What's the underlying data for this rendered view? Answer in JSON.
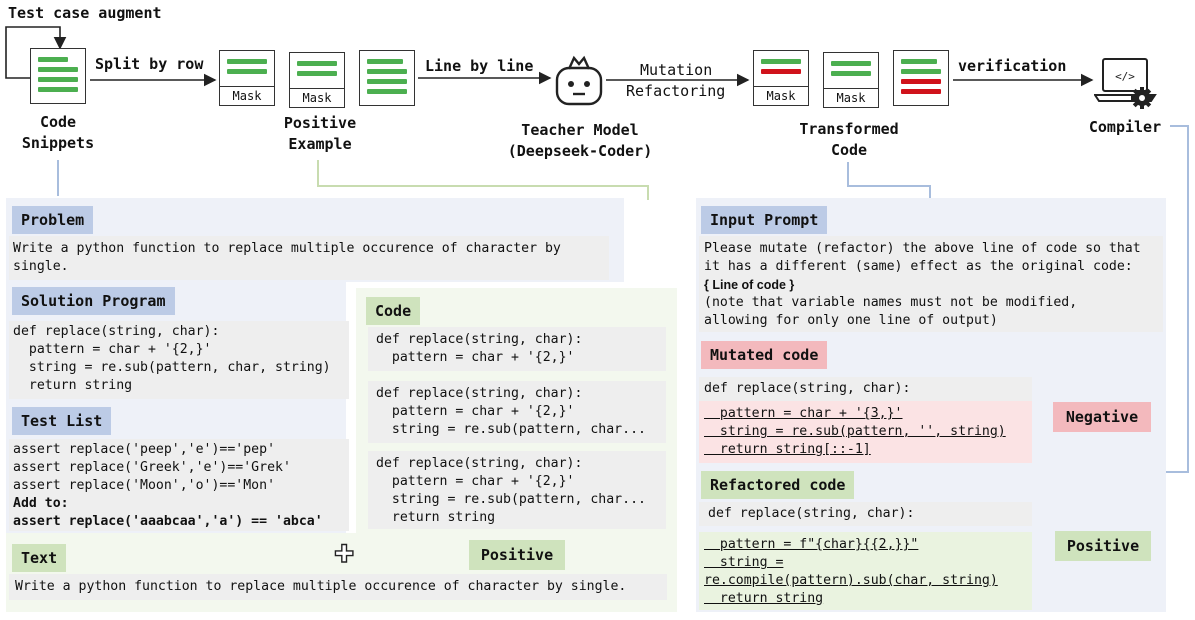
{
  "pipeline": {
    "augment_label": "Test case augment",
    "split_label": "Split by row",
    "line_label": "Line by line",
    "mutation_label": "Mutation",
    "refactoring_label": "Refactoring",
    "verification_label": "verification",
    "mask_label": "Mask",
    "code_snippets_label": [
      "Code",
      "Snippets"
    ],
    "positive_example_label": [
      "Positive",
      "Example"
    ],
    "teacher_label": [
      "Teacher Model",
      "(Deepseek-Coder)"
    ],
    "transformed_label": [
      "Transformed",
      "Code"
    ],
    "compiler_label": "Compiler",
    "compiler_glyph": "</>"
  },
  "colors": {
    "green_line": "#4caf50",
    "red_line": "#d0121b",
    "blue_header": "#bccbe6",
    "green_header": "#cfe3bd",
    "red_header": "#f3b9bd"
  },
  "left": {
    "problem_header": "Problem",
    "problem_text": [
      "Write a python function to replace multiple occurence of character by",
      "single."
    ],
    "solution_header": "Solution Program",
    "solution_code": [
      "def replace(string, char):",
      "  pattern = char + '{2,}'",
      "  string = re.sub(pattern, char, string)",
      "  return string"
    ],
    "test_header": "Test List",
    "test_lines": [
      "assert replace('peep','e')=='pep'",
      "assert replace('Greek','e')=='Grek'",
      "assert replace('Moon','o')=='Mon'"
    ],
    "add_to": "Add to:",
    "added_test": "assert replace('aaabcaa','a') == 'abca'",
    "text_header": "Text",
    "text_content": "Write a python function to replace multiple occurence of character by single.",
    "plus_symbol": "✚",
    "positive_label": "Positive"
  },
  "middle": {
    "code_header": "Code",
    "block1": [
      "def replace(string, char):",
      "  pattern = char + '{2,}'"
    ],
    "block2": [
      "def replace(string, char):",
      "  pattern = char + '{2,}'",
      "  string = re.sub(pattern, char..."
    ],
    "block3": [
      "def replace(string, char):",
      "  pattern = char + '{2,}'",
      "  string = re.sub(pattern, char...",
      "  return string"
    ]
  },
  "right": {
    "input_header": "Input Prompt",
    "prompt_lines": [
      "Please mutate (refactor) the above line of code so that",
      "it has a different (same) effect as the original code:"
    ],
    "prompt_placeholder": "{ Line of code }",
    "prompt_note": [
      "(note that variable names must not be modified,",
      "allowing for only one line of output)"
    ],
    "mutated_header": "Mutated code",
    "mutated_def": "def replace(string, char):",
    "mutated_lines": [
      "  pattern = char + '{3,}'",
      "  string = re.sub(pattern, '', string)",
      "  return string[::-1]"
    ],
    "negative_label": "Negative",
    "refactored_header": "Refactored code",
    "refactored_def": "def replace(string, char):",
    "refactored_lines": [
      "  pattern = f\"{char}{{2,}}\"",
      "  string =",
      "re.compile(pattern).sub(char, string)",
      "  return string"
    ],
    "positive_label": "Positive"
  }
}
